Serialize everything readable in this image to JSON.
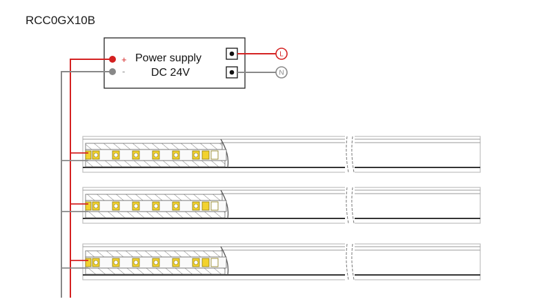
{
  "title": "RCC0GX10B",
  "power_supply": {
    "line1": "Power supply",
    "line2": "DC 24V",
    "positive_symbol": "+",
    "negative_symbol": "-",
    "live_label": "L",
    "neutral_label": "N"
  },
  "colors": {
    "positive_wire": "#d42020",
    "negative_wire": "#888888",
    "outline": "#222222",
    "led_yellow": "#f2d22e"
  },
  "strips": [
    {
      "led_count": 6
    },
    {
      "led_count": 6
    },
    {
      "led_count": 6
    }
  ]
}
